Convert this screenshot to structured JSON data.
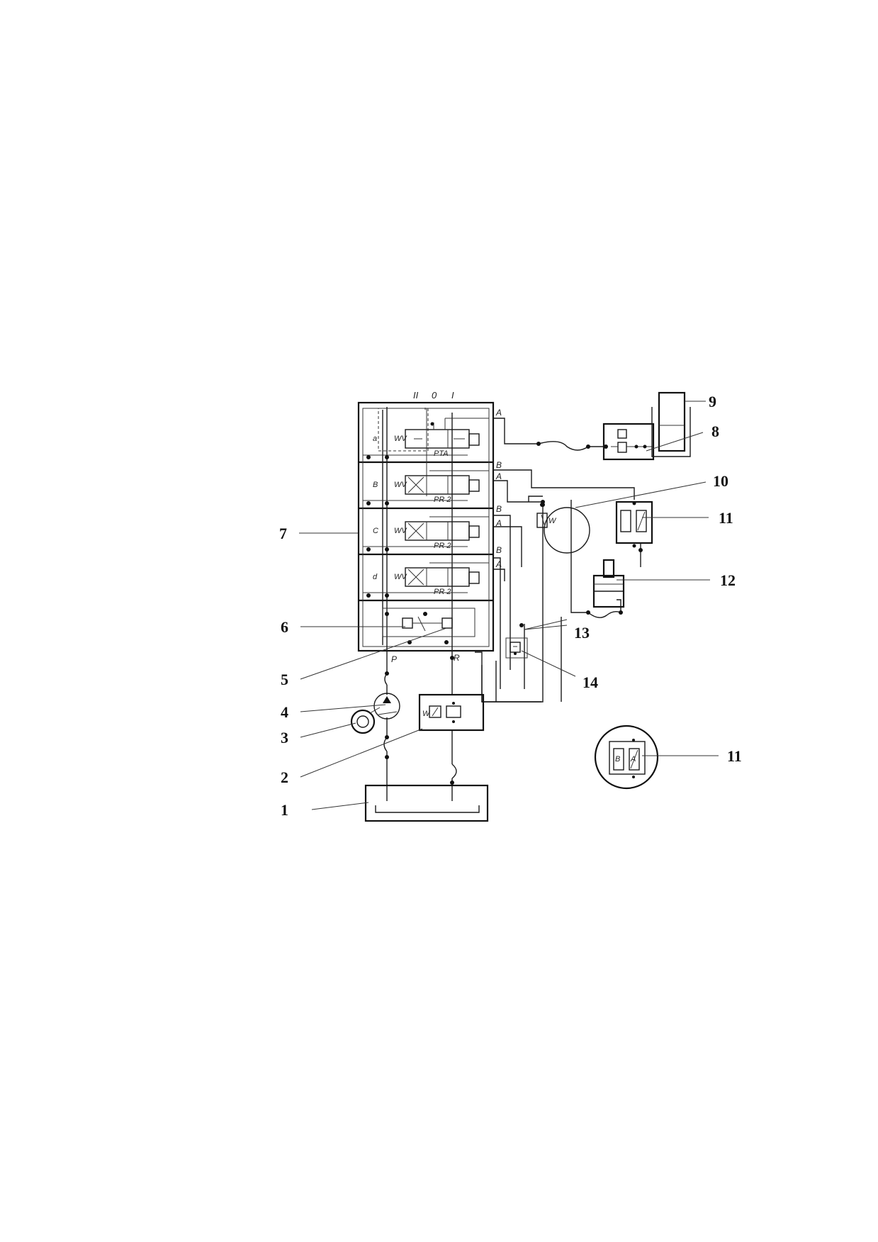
{
  "positions": {
    "left": "II",
    "center": "0",
    "right": "I"
  },
  "sections": [
    {
      "letter": "a",
      "code": "PTA"
    },
    {
      "letter": "B",
      "code": "PR 2"
    },
    {
      "letter": "C",
      "code": "PR 2"
    },
    {
      "letter": "d",
      "code": "PR 2"
    }
  ],
  "ports": {
    "a_A": "A",
    "b_B": "B",
    "b_A": "A",
    "c_B": "B",
    "c_A": "A",
    "d_B": "B",
    "d_A": "A",
    "P": "P",
    "R": "R"
  },
  "detail_labels": {
    "left": "B",
    "right": "A"
  },
  "callouts": {
    "c1": "1",
    "c2": "2",
    "c3": "3",
    "c4": "4",
    "c5": "5",
    "c6": "6",
    "c7": "7",
    "c8": "8",
    "c9": "9",
    "c10": "10",
    "c11": "11",
    "c12": "12",
    "c13": "13",
    "c14": "14",
    "c11b": "11"
  }
}
